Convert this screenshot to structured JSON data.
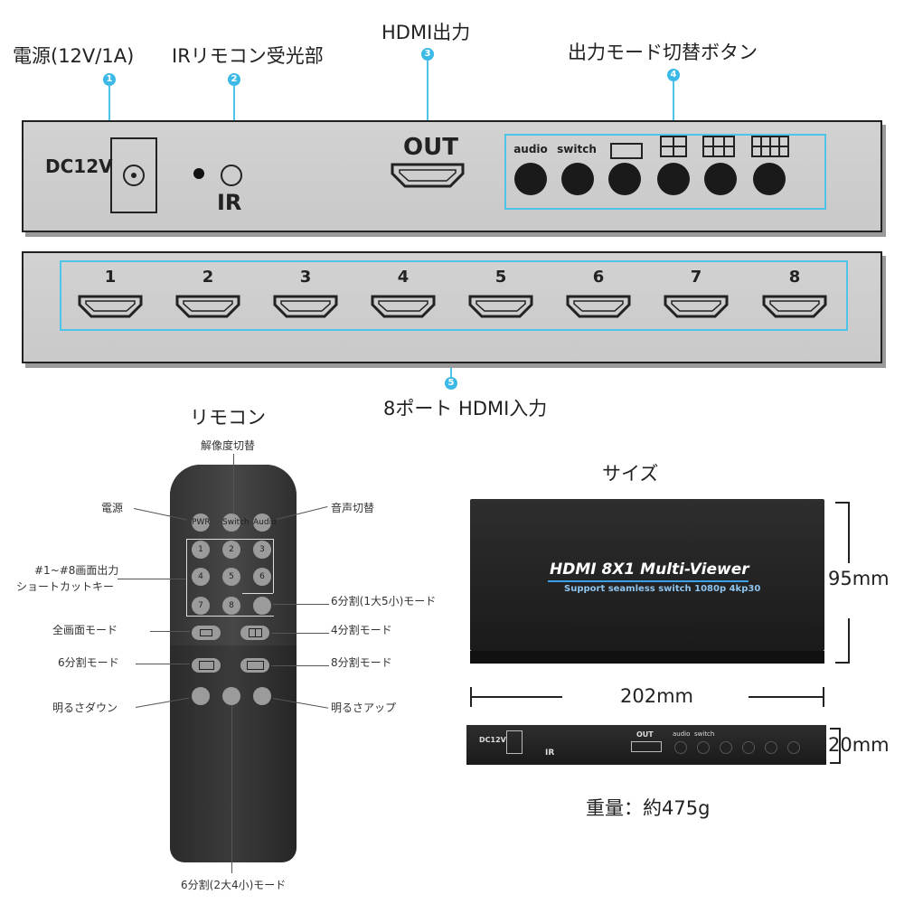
{
  "top_labels": {
    "power": "電源(12V/1A)",
    "ir_receiver": "IRリモコン受光部",
    "hdmi_out": "HDMI出力",
    "mode_buttons": "出力モード切替ボタン",
    "input_ports": "8ポート HDMI入力"
  },
  "markers": [
    "1",
    "2",
    "3",
    "4",
    "5"
  ],
  "front_panel": {
    "dc_label": "DC12V",
    "ir_label": "IR",
    "out_label": "OUT",
    "button_labels": [
      "audio",
      "switch"
    ]
  },
  "back_panel": {
    "port_numbers": [
      "1",
      "2",
      "3",
      "4",
      "5",
      "6",
      "7",
      "8"
    ]
  },
  "remote": {
    "title": "リモコン",
    "annotations": {
      "resolution": "解像度切替",
      "power": "電源",
      "audio": "音声切替",
      "shortcut_line1": "#1~#8画面出力",
      "shortcut_line2": "ショートカットキー",
      "six_split_1_5": "6分割(1大5小)モード",
      "full_screen": "全画面モード",
      "four_split": "4分割モード",
      "six_split": "6分割モード",
      "eight_split": "8分割モード",
      "brightness_down": "明るさダウン",
      "brightness_up": "明るさアップ",
      "six_split_2_4": "6分割(2大4小)モード"
    },
    "top_buttons": [
      "PWR",
      "Switch",
      "Audio"
    ],
    "number_keys": [
      "1",
      "2",
      "3",
      "4",
      "5",
      "6",
      "7",
      "8"
    ]
  },
  "size": {
    "title": "サイズ",
    "device_name": "HDMI 8X1 Multi-Viewer",
    "device_subtitle": "Support seamless switch 1080p 4kp30",
    "height": "95mm",
    "width": "202mm",
    "depth": "20mm",
    "mini_dc": "DC12V",
    "mini_ir": "IR",
    "mini_out": "OUT",
    "mini_audio": "audio",
    "mini_switch": "switch",
    "weight": "重量：約475g"
  },
  "colors": {
    "accent": "#4fc3e8",
    "panel": "#cccccc",
    "device": "#1e1e1e",
    "title_text": "#ffffff",
    "subtitle_text": "#8ec5f0"
  }
}
